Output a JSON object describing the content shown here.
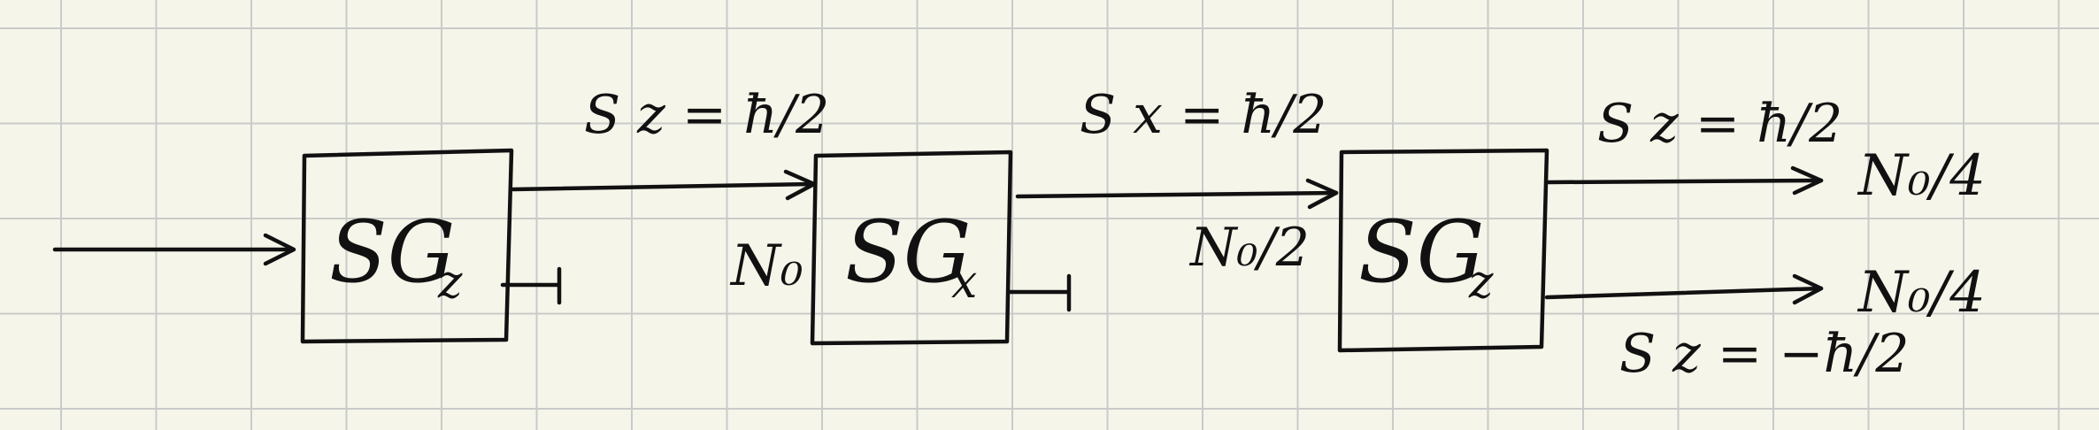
{
  "diagram": {
    "background_color": "#f6f5ea",
    "grid_color": "#c9cbc9",
    "ink_color": "#111111",
    "devices": [
      {
        "main": "SG",
        "sub": "z"
      },
      {
        "main": "SG",
        "sub": "x"
      },
      {
        "main": "SG",
        "sub": "z"
      }
    ],
    "labels": {
      "beam1_state": "S z = ħ/2",
      "beam1_intensity": "N₀",
      "beam2_state": "S x = ħ/2",
      "beam2_intensity": "N₀/2",
      "out_up_state": "S z = ħ/2",
      "out_up_intensity": "N₀/4",
      "out_down_state": "S z = −ħ/2",
      "out_down_intensity": "N₀/4"
    }
  }
}
